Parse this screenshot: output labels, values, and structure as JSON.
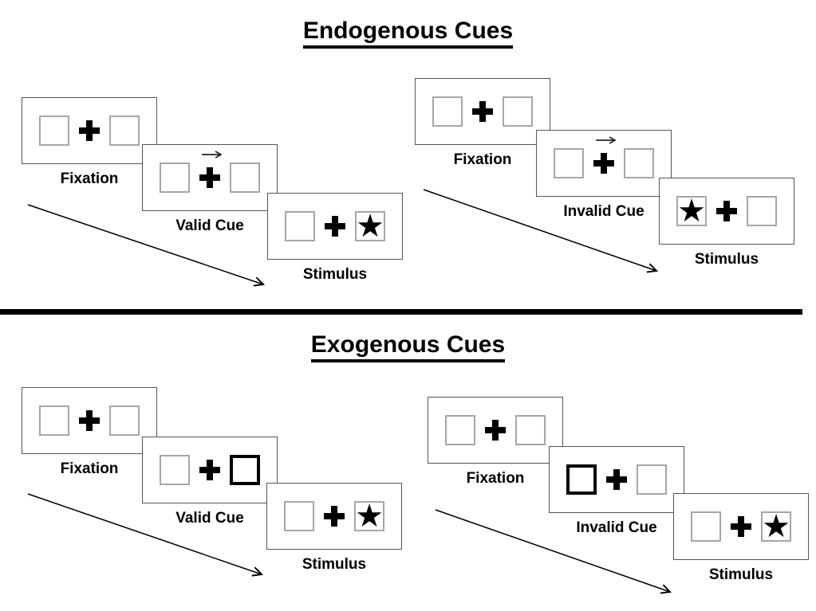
{
  "icons": {
    "star": "★",
    "fixation_cross": "+",
    "cue_arrow_right": "→"
  },
  "colors": {
    "background": "#ffffff",
    "panel_border": "#555555",
    "box_border": "#a6a6a6",
    "highlight_border": "#000000",
    "text": "#000000",
    "divider": "#000000"
  },
  "sections": [
    {
      "id": "endogenous",
      "title": "Endogenous Cues",
      "trials": [
        {
          "name": "valid",
          "frames": [
            {
              "label": "Fixation",
              "type": "fixation",
              "left_box": "empty",
              "right_box": "empty"
            },
            {
              "label": "Valid Cue",
              "type": "central-arrow-cue",
              "cue": "arrow-right-above-fixation",
              "left_box": "empty",
              "right_box": "empty"
            },
            {
              "label": "Stimulus",
              "type": "stimulus",
              "left_box": "empty",
              "right_box": "star"
            }
          ]
        },
        {
          "name": "invalid",
          "frames": [
            {
              "label": "Fixation",
              "type": "fixation",
              "left_box": "empty",
              "right_box": "empty"
            },
            {
              "label": "Invalid Cue",
              "type": "central-arrow-cue",
              "cue": "arrow-right-above-fixation",
              "left_box": "empty",
              "right_box": "empty"
            },
            {
              "label": "Stimulus",
              "type": "stimulus",
              "left_box": "star",
              "right_box": "empty"
            }
          ]
        }
      ]
    },
    {
      "id": "exogenous",
      "title": "Exogenous Cues",
      "trials": [
        {
          "name": "valid",
          "frames": [
            {
              "label": "Fixation",
              "type": "fixation",
              "left_box": "empty",
              "right_box": "empty"
            },
            {
              "label": "Valid Cue",
              "type": "peripheral-highlight-cue",
              "cue": "highlight-right-box",
              "left_box": "empty",
              "right_box": "highlight"
            },
            {
              "label": "Stimulus",
              "type": "stimulus",
              "left_box": "empty",
              "right_box": "star"
            }
          ]
        },
        {
          "name": "invalid",
          "frames": [
            {
              "label": "Fixation",
              "type": "fixation",
              "left_box": "empty",
              "right_box": "empty"
            },
            {
              "label": "Invalid Cue",
              "type": "peripheral-highlight-cue",
              "cue": "highlight-left-box",
              "left_box": "highlight",
              "right_box": "empty"
            },
            {
              "label": "Stimulus",
              "type": "stimulus",
              "left_box": "empty",
              "right_box": "star"
            }
          ]
        }
      ]
    }
  ]
}
